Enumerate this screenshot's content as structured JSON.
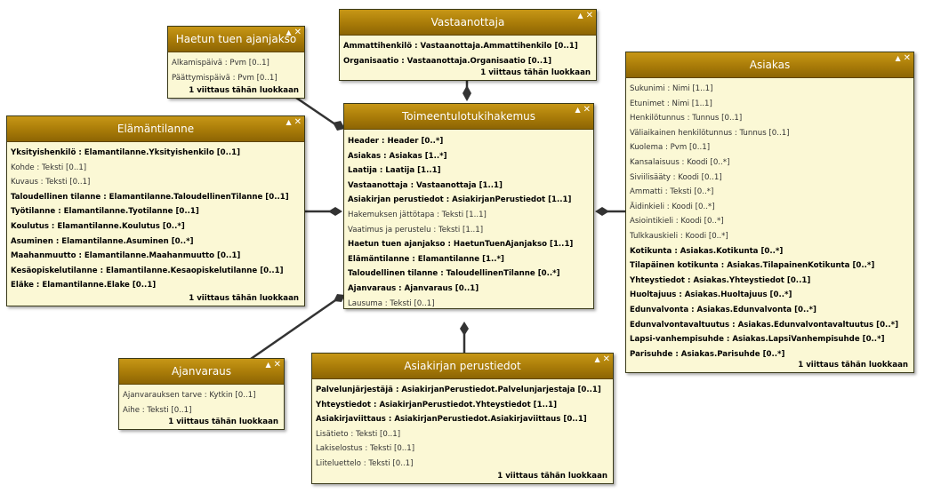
{
  "footer_label": "1 viittaus tähän luokkaan",
  "controls": {
    "up": "▲",
    "close": "✕"
  },
  "colors": {
    "header": "#a87b08",
    "body": "#fbf8d5",
    "connector": "#333333"
  },
  "classes": {
    "haetun": {
      "title": "Haetun tuen ajanjakso",
      "attrs": [
        {
          "t": "Alkamispäivä : Pvm [0..1]",
          "b": false
        },
        {
          "t": "Päättymispäivä : Pvm [0..1]",
          "b": false
        }
      ]
    },
    "vastaanottaja": {
      "title": "Vastaanottaja",
      "attrs": [
        {
          "t": "Ammattihenkilö : Vastaanottaja.Ammattihenkilo [0..1]",
          "b": true
        },
        {
          "t": "Organisaatio : Vastaanottaja.Organisaatio [0..1]",
          "b": true
        }
      ]
    },
    "asiakas": {
      "title": "Asiakas",
      "attrs": [
        {
          "t": "Sukunimi : Nimi [1..1]",
          "b": false
        },
        {
          "t": "Etunimet : Nimi [1..1]",
          "b": false
        },
        {
          "t": "Henkilötunnus : Tunnus [0..1]",
          "b": false
        },
        {
          "t": "Väliaikainen henkilötunnus : Tunnus [0..1]",
          "b": false
        },
        {
          "t": "Kuolema : Pvm [0..1]",
          "b": false
        },
        {
          "t": "Kansalaisuus : Koodi [0..*]",
          "b": false
        },
        {
          "t": "Siviilisääty : Koodi [0..1]",
          "b": false
        },
        {
          "t": "Ammatti : Teksti [0..*]",
          "b": false
        },
        {
          "t": "Äidinkieli : Koodi [0..*]",
          "b": false
        },
        {
          "t": "Asiointikieli : Koodi [0..*]",
          "b": false
        },
        {
          "t": "Tulkkauskieli : Koodi [0..*]",
          "b": false
        },
        {
          "t": "Kotikunta : Asiakas.Kotikunta [0..*]",
          "b": true
        },
        {
          "t": "Tilapäinen kotikunta : Asiakas.TilapainenKotikunta [0..*]",
          "b": true
        },
        {
          "t": "Yhteystiedot : Asiakas.Yhteystiedot [0..1]",
          "b": true
        },
        {
          "t": "Huoltajuus : Asiakas.Huoltajuus [0..*]",
          "b": true
        },
        {
          "t": "Edunvalvonta : Asiakas.Edunvalvonta [0..*]",
          "b": true
        },
        {
          "t": "Edunvalvontavaltuutus : Asiakas.Edunvalvontavaltuutus [0..*]",
          "b": true
        },
        {
          "t": "Lapsi-vanhempisuhde : Asiakas.LapsiVanhempisuhde [0..*]",
          "b": true
        },
        {
          "t": "Parisuhde : Asiakas.Parisuhde [0..*]",
          "b": true
        }
      ]
    },
    "elamantilanne": {
      "title": "Elämäntilanne",
      "attrs": [
        {
          "t": "Yksityishenkilö : Elamantilanne.Yksityishenkilo [0..1]",
          "b": true
        },
        {
          "t": "Kohde : Teksti [0..1]",
          "b": false
        },
        {
          "t": "Kuvaus : Teksti [0..1]",
          "b": false
        },
        {
          "t": "Taloudellinen tilanne : Elamantilanne.TaloudellinenTilanne [0..1]",
          "b": true
        },
        {
          "t": "Työtilanne : Elamantilanne.Tyotilanne [0..1]",
          "b": true
        },
        {
          "t": "Koulutus : Elamantilanne.Koulutus [0..*]",
          "b": true
        },
        {
          "t": "Asuminen : Elamantilanne.Asuminen [0..*]",
          "b": true
        },
        {
          "t": "Maahanmuutto : Elamantilanne.Maahanmuutto [0..1]",
          "b": true
        },
        {
          "t": "Kesäopiskelutilanne : Elamantilanne.Kesaopiskelutilanne [0..1]",
          "b": true
        },
        {
          "t": "Eläke : Elamantilanne.Elake [0..1]",
          "b": true
        }
      ]
    },
    "toimeentulo": {
      "title": "Toimeentulotukihakemus",
      "attrs": [
        {
          "t": "Header : Header [0..*]",
          "b": true
        },
        {
          "t": "Asiakas : Asiakas [1..*]",
          "b": true
        },
        {
          "t": "Laatija : Laatija [1..1]",
          "b": true
        },
        {
          "t": "Vastaanottaja : Vastaanottaja [1..1]",
          "b": true
        },
        {
          "t": "Asiakirjan perustiedot : AsiakirjanPerustiedot [1..1]",
          "b": true
        },
        {
          "t": "Hakemuksen jättötapa : Teksti [1..1]",
          "b": false
        },
        {
          "t": "Vaatimus ja perustelu : Teksti [1..1]",
          "b": false
        },
        {
          "t": "Haetun tuen ajanjakso : HaetunTuenAjanjakso [1..1]",
          "b": true
        },
        {
          "t": "Elämäntilanne : Elamantilanne [1..*]",
          "b": true
        },
        {
          "t": "Taloudellinen tilanne : TaloudellinenTilanne [0..*]",
          "b": true
        },
        {
          "t": "Ajanvaraus : Ajanvaraus [0..1]",
          "b": true
        },
        {
          "t": "Lausuma : Teksti [0..1]",
          "b": false
        }
      ]
    },
    "ajanvaraus": {
      "title": "Ajanvaraus",
      "attrs": [
        {
          "t": "Ajanvarauksen tarve : Kytkin [0..1]",
          "b": false
        },
        {
          "t": "Aihe : Teksti [0..1]",
          "b": false
        }
      ]
    },
    "perustiedot": {
      "title": "Asiakirjan perustiedot",
      "attrs": [
        {
          "t": "Palvelunjärjestäjä : AsiakirjanPerustiedot.Palvelunjarjestaja [0..1]",
          "b": true
        },
        {
          "t": "Yhteystiedot : AsiakirjanPerustiedot.Yhteystiedot [1..1]",
          "b": true
        },
        {
          "t": "Asiakirjaviittaus : AsiakirjanPerustiedot.Asiakirjaviittaus [0..1]",
          "b": true
        },
        {
          "t": "Lisätieto : Teksti [0..1]",
          "b": false
        },
        {
          "t": "Lakiselostus : Teksti [0..1]",
          "b": false
        },
        {
          "t": "Liiteluettelo : Teksti [0..1]",
          "b": false
        }
      ]
    }
  }
}
